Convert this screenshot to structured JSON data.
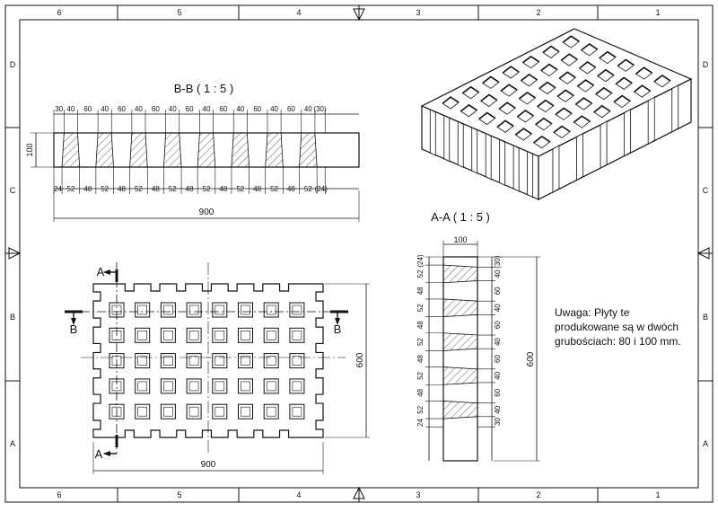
{
  "frame": {
    "col_labels": [
      "6",
      "5",
      "4",
      "3",
      "2",
      "1"
    ],
    "row_labels": [
      "D",
      "C",
      "B",
      "A"
    ]
  },
  "section_bb": {
    "title": "B-B ( 1 : 5 )",
    "top_dims": [
      "30",
      "40",
      "60",
      "40",
      "60",
      "40",
      "60",
      "40",
      "60",
      "40",
      "60",
      "40",
      "60",
      "40",
      "60",
      "40",
      "(30)"
    ],
    "bottom_dims": [
      "24",
      "52",
      "48",
      "52",
      "48",
      "52",
      "48",
      "52",
      "48",
      "52",
      "48",
      "52",
      "48",
      "52",
      "48",
      "52",
      "(24)"
    ],
    "height_dim": "100",
    "length_dim": "900"
  },
  "section_aa": {
    "title": "A-A ( 1 : 5 )",
    "width_dim": "100",
    "left_dims": [
      "(24)",
      "52",
      "48",
      "52",
      "48",
      "52",
      "48",
      "52",
      "48",
      "52",
      "24"
    ],
    "right_dims": [
      "(30)",
      "40",
      "60",
      "40",
      "60",
      "40",
      "60",
      "40",
      "60",
      "40",
      "30"
    ],
    "length_dim": "600"
  },
  "plan": {
    "cut_a": "A",
    "cut_b": "B",
    "width_dim": "900",
    "height_dim": "600"
  },
  "note": {
    "lines": [
      "Uwaga: Płyty te",
      "produkowane są w dwóch",
      "grubościach: 80 i 100 mm."
    ]
  }
}
